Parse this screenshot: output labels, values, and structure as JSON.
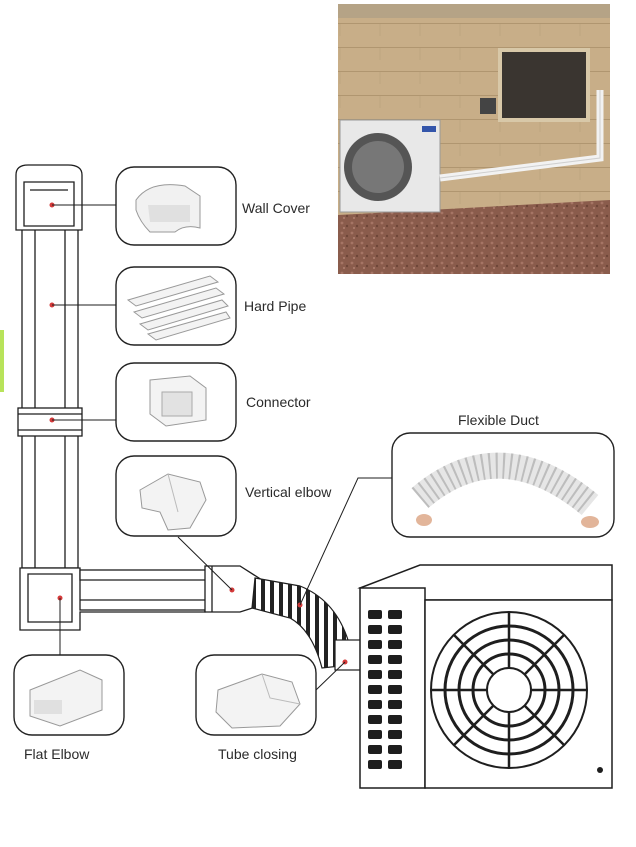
{
  "labels": {
    "wall_cover": "Wall Cover",
    "hard_pipe": "Hard Pipe",
    "connector": "Connector",
    "vertical_elbow": "Vertical elbow",
    "flexible_duct": "Flexible Duct",
    "flat_elbow": "Flat Elbow",
    "tube_closing": "Tube closing"
  },
  "colors": {
    "wall": "#c9b08c",
    "gravel": "#8a5a4a",
    "line": "#1e1e1e",
    "part_fill": "#f4f4f4"
  }
}
